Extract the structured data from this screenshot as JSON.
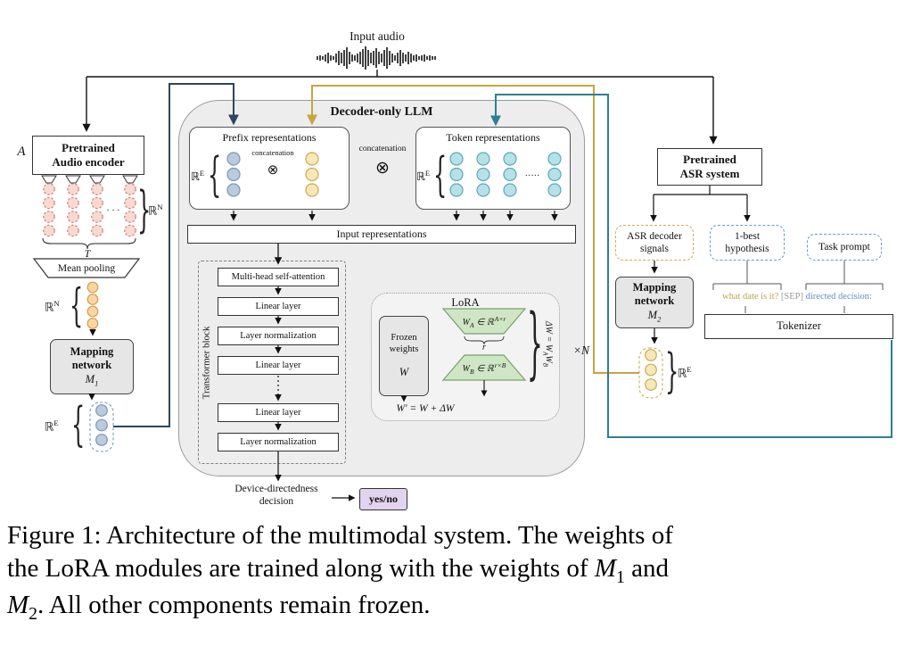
{
  "colors": {
    "line_black": "#111111",
    "line_navy": "#2f4560",
    "line_gold": "#c8a53e",
    "line_teal": "#2e7f93",
    "circle_salmon": "#f9d9d0",
    "circle_orange": "#fad6a5",
    "circle_blue": "#b9cbdd",
    "circle_yellow": "#f7e8b8",
    "circle_teal": "#b5e2e8",
    "lora_green": "#cfe6c4",
    "yesno_purple": "#e2d3ee",
    "llm_gray": "#ededed",
    "box_gray": "#e6e6e6"
  },
  "glyphs": {
    "brace_left": "{",
    "brace_right": "}"
  },
  "top": {
    "input_audio": "Input audio"
  },
  "left": {
    "encoder_symbol": "A",
    "encoder_line1": "Pretrained",
    "encoder_line2": "Audio encoder",
    "rn_base": "ℝ",
    "rn_sup": "N",
    "dots": "· · ·",
    "t_label": "T",
    "mean_pooling": "Mean pooling",
    "rn2_base": "ℝ",
    "rn2_sup": "N",
    "mapping_line1": "Mapping",
    "mapping_line2": "network",
    "m1_base": "M",
    "m1_sub": "1",
    "re_base": "ℝ",
    "re_sup": "E"
  },
  "llm": {
    "title": "Decoder-only LLM",
    "prefix_title": "Prefix representations",
    "prefix_re_base": "ℝ",
    "prefix_re_sup": "E",
    "concat_inner": "concatenation",
    "otimes_inner": "⊗",
    "concat_outer": "concatenation",
    "otimes_outer": "⊗",
    "token_title": "Token representations",
    "token_re_base": "ℝ",
    "token_re_sup": "E",
    "token_dots": "·····",
    "input_repr": "Input representations",
    "transformer_label": "Transformer block",
    "blocks": [
      "Multi-head self-attention",
      "Linear layer",
      "Layer normalization",
      "Linear layer",
      "Linear layer",
      "Layer normalization"
    ],
    "xn": "×N",
    "lora": {
      "title": "LoRA",
      "frozen_line1": "Frozen",
      "frozen_line2": "weights",
      "frozen_w": "W",
      "wa_w": "W",
      "wa_sub": "A",
      "wa_mid": "∈ ℝ",
      "wa_sup": "A×r",
      "r_label": "r",
      "wb_w": "W",
      "wb_sub": "B",
      "wb_mid": "∈ ℝ",
      "wb_sup": "r×B",
      "dw_pre": "ΔW = W",
      "dw_sub1": "A",
      "dw_mid": "W",
      "dw_sub2": "B",
      "w_prime": "W′ = W + ΔW"
    }
  },
  "bottom": {
    "decision_line1": "Device-directedness",
    "decision_line2": "decision",
    "yes_no": "yes/no"
  },
  "right": {
    "asr_line1": "Pretrained",
    "asr_line2": "ASR system",
    "decoder_signals_line1": "ASR decoder",
    "decoder_signals_line2": "signals",
    "hypothesis_line1": "1-best",
    "hypothesis_line2": "hypothesis",
    "task_prompt": "Task prompt",
    "mapping_line1": "Mapping",
    "mapping_line2": "network",
    "m2_base": "M",
    "m2_sub": "2",
    "re_base": "ℝ",
    "re_sup": "E",
    "prompt_part1": "what date is it?",
    "prompt_part2": "[SEP]",
    "prompt_part3": "directed decision:",
    "tokenizer": "Tokenizer"
  },
  "caption": {
    "line1": "Figure 1: Architecture of the multimodal system. The weights of",
    "line2_pre": "the LoRA modules are trained along with the weights of ",
    "line2_m": "M",
    "line2_sub": "1",
    "line2_post": " and",
    "line3_m": "M",
    "line3_sub": "2",
    "line3_post": ". All other components remain frozen."
  }
}
